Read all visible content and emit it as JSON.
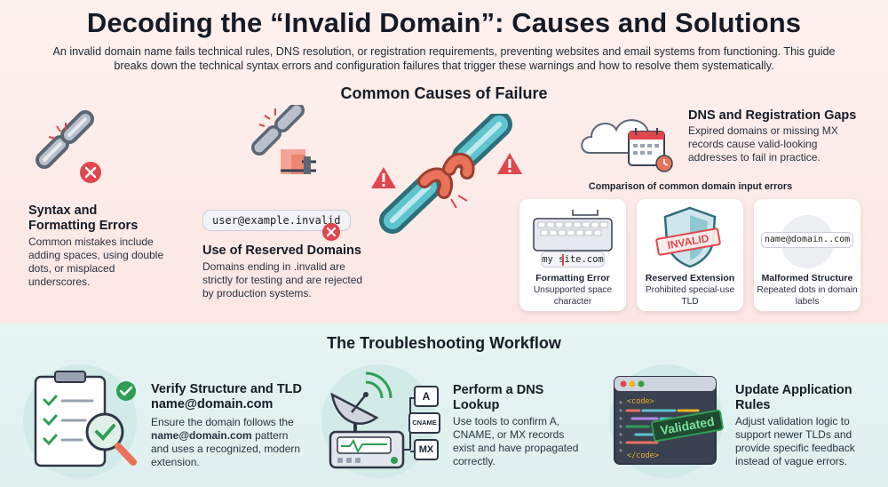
{
  "title": "Decoding the “Invalid Domain”: Causes and Solutions",
  "intro": "An invalid domain name fails technical rules, DNS resolution, or registration requirements, preventing websites and email systems from functioning. This guide breaks down the technical syntax errors and configuration failures that trigger these warnings and how to resolve them systematically.",
  "causes": {
    "heading": "Common Causes of Failure",
    "syntax": {
      "title": "Syntax and Formatting Errors",
      "text": "Common mistakes include adding spaces, using double dots, or misplaced underscores."
    },
    "reserved": {
      "example": "user@example.invalid",
      "title": "Use of Reserved Domains",
      "text": "Domains ending in .invalid are strictly for testing and are rejected by production systems."
    },
    "dns": {
      "title": "DNS and Registration Gaps",
      "text": "Expired domains or missing MX records cause valid-looking addresses to fail in practice."
    },
    "comparison": {
      "heading": "Comparison of common domain input errors",
      "cards": [
        {
          "example": "my site.com",
          "title": "Formatting Error",
          "text": "Unsupported space character"
        },
        {
          "badge": "INVALID",
          "title": "Reserved Extension",
          "text": "Prohibited special-use TLD"
        },
        {
          "example": "name@domain..com",
          "title": "Malformed Structure",
          "text": "Repeated dots in domain labels"
        }
      ]
    }
  },
  "workflow": {
    "heading": "The Troubleshooting Workflow",
    "steps": [
      {
        "title": "Verify Structure and TLD",
        "subtitle": "name@domain.com",
        "text_pre": "Ensure the domain follows the ",
        "text_bold": "name@domain.com",
        "text_post": " pattern and uses a recognized, modern extension."
      },
      {
        "title": "Perform a DNS Lookup",
        "text": "Use tools to confirm A, CNAME, or MX records exist and have propagated correctly.",
        "records": [
          "A",
          "CNAME",
          "MX"
        ]
      },
      {
        "title": "Update Application Rules",
        "text": "Adjust validation logic to support newer TLDs and provide specific feedback instead of vague errors.",
        "code_open": "<code>",
        "code_close": "</code>",
        "stamp": "Validated"
      }
    ]
  },
  "colors": {
    "accent_red": "#e0474c",
    "teal": "#4fb8c2",
    "coral": "#e8735a",
    "bg_top": "#fbe9e6",
    "bg_bottom": "#e3f2f1"
  }
}
